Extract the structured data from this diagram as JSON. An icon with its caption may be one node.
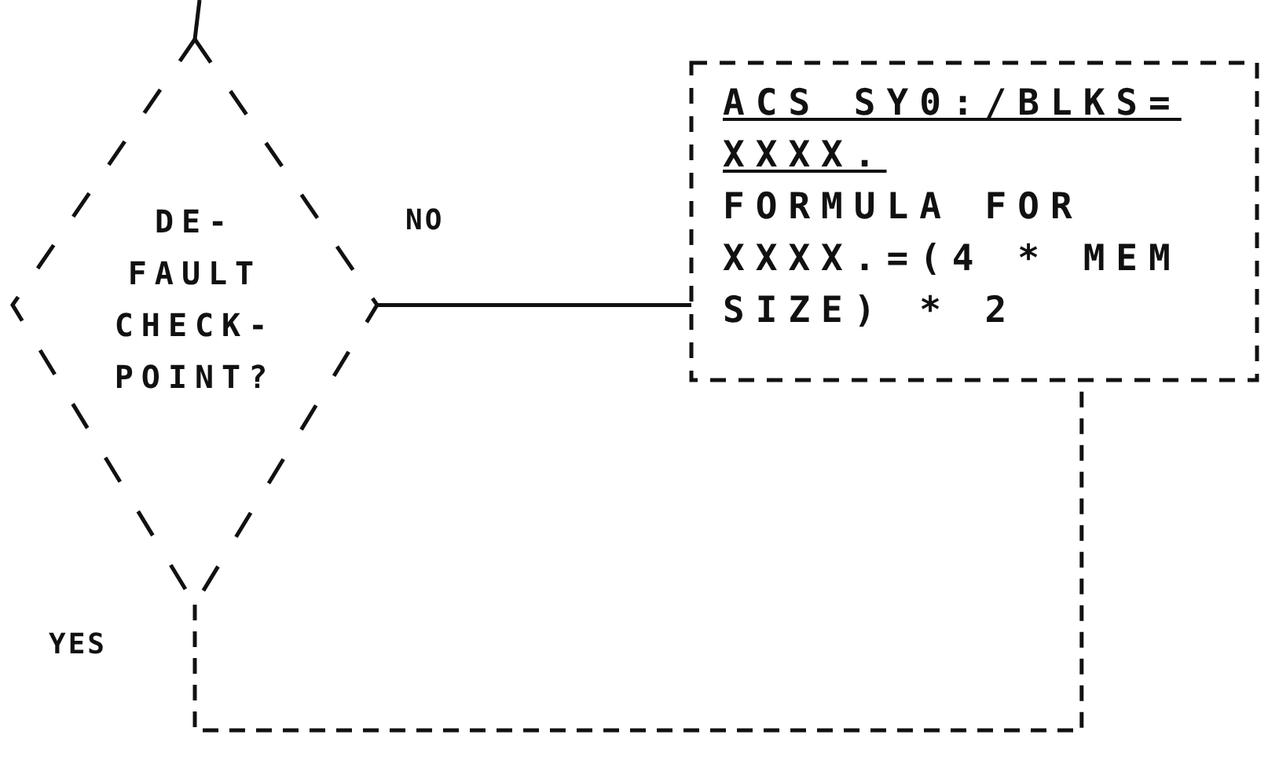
{
  "diagram": {
    "nodes": [
      {
        "text": [
          "DE- FAULT CHECK- POINT?"
        ]
      },
      {
        "text": [
          "ACS SY0:/BLKS= XXXX.",
          "FORMULA FOR XXXX.=(4 * MEM SIZE) * 2"
        ]
      }
    ],
    "edges": [
      {
        "from": null,
        "to": 0,
        "arrow": "none"
      },
      {
        "from": 0,
        "to": 1,
        "label": "NO",
        "arrow": "none"
      },
      {
        "from": 0,
        "to": 1,
        "label": "YES",
        "arrow": "none",
        "style": "dashed"
      }
    ]
  }
}
